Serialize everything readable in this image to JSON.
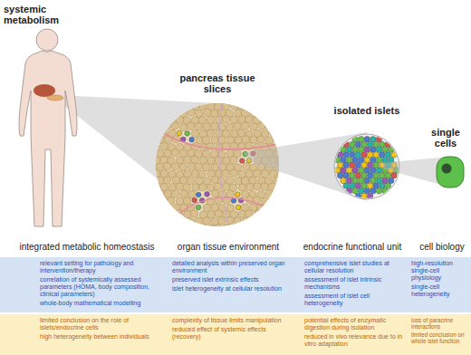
{
  "diagram": {
    "nodes": [
      {
        "text": [
          "relevant setting for pathology and intervention/therapy",
          "correlation of systemically assessed parameters (HOMA, body composition, clinical parameters)",
          "whole-body mathematical modelling",
          "detailed analysis within preserved organ environment",
          "preserved islet extrinsic effects",
          "islet heterogeneity at cellular resolution",
          "comprehensive islet studies at cellular resolution",
          "assessment of islet intrinsic mechanisms",
          "assessment of islet cell heterogeneity",
          "high-resolution single-cell physiology",
          "single-cell heterogeneity"
        ]
      },
      {
        "text": [
          "limited conclusion on the role of islets/endocrine cells",
          "high heterogeneity between individuals",
          "complexity of tissue limits manipulation",
          "reduced effect of systemic effects (recovery)",
          "potential effects of enzymatic digestion during isolation",
          "reduced in vivo relevance due to in vitro adaptation",
          "loss of paracrine interactions",
          "limited conclusion on whole islet function"
        ]
      }
    ],
    "labels": [
      "systemic metabolism",
      "pancreas tissue slices",
      "isolated islets",
      "single cells",
      "integrated metabolic homeostasis",
      "organ tissue environment",
      "endocrine functional unit",
      "cell biology"
    ]
  }
}
